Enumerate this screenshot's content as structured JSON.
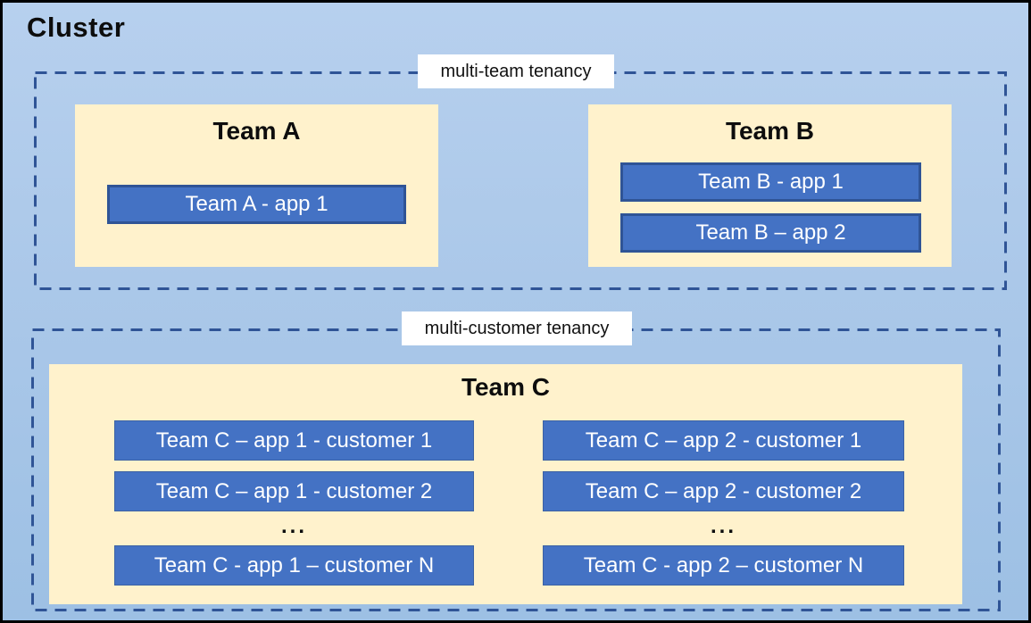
{
  "cluster": {
    "title": "Cluster"
  },
  "regions": [
    {
      "label": "multi-team tenancy"
    },
    {
      "label": "multi-customer tenancy"
    }
  ],
  "teams": [
    {
      "name": "Team A",
      "apps": [
        "Team A - app 1"
      ]
    },
    {
      "name": "Team B",
      "apps": [
        "Team B - app 1",
        "Team B – app 2"
      ]
    },
    {
      "name": "Team C",
      "columns": [
        {
          "rows": [
            "Team C – app 1 - customer 1",
            "Team C – app 1 - customer 2"
          ],
          "ellipsis": "...",
          "last_row": "Team C - app 1 – customer N"
        },
        {
          "rows": [
            "Team C – app 2 - customer 1",
            "Team C – app 2 - customer 2"
          ],
          "ellipsis": "...",
          "last_row": "Team C - app 2 – customer N"
        }
      ]
    }
  ],
  "colors": {
    "canvas_bg_top": "#b7d0ee",
    "canvas_bg_bottom": "#9dc0e4",
    "cluster_border": "#000000",
    "dashed_border": "#2F5496",
    "team_box_fill": "#FFF2CC",
    "app_box_fill": "#4472C4",
    "app_box_border": "#2F5496",
    "app_text": "#FFFFFF",
    "label_bg": "#FFFFFF",
    "title_text": "#000000"
  }
}
